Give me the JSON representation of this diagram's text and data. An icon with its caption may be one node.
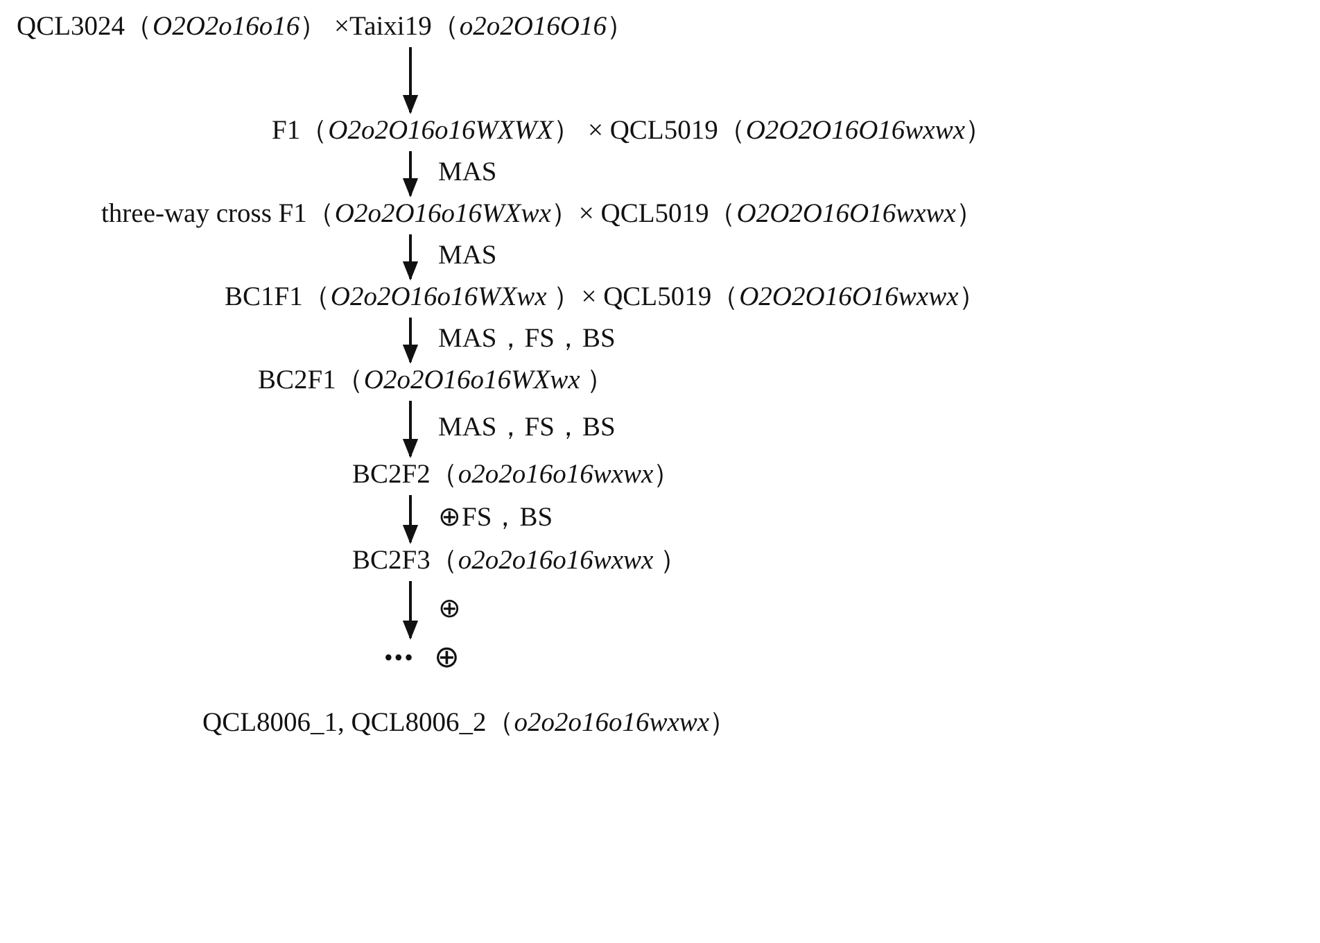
{
  "diagram": {
    "nodes": [
      {
        "text": [
          "QCL3024（*O2O2o16o16*） ×Taixi19（*o2o2O16O16*）"
        ]
      },
      {
        "text": [
          "F1（*O2o2O16o16WXWX*） × QCL5019（*O2O2O16O16wxwx*）"
        ]
      },
      {
        "text": [
          "three-way cross F1（*O2o2O16o16WXwx*）× QCL5019（*O2O2O16O16wxwx*）"
        ]
      },
      {
        "text": [
          "BC1F1（*O2o2O16o16WXwx* ）× QCL5019（*O2O2O16O16wxwx*）"
        ]
      },
      {
        "text": [
          "BC2F1（*O2o2O16o16WXwx* ）"
        ]
      },
      {
        "text": [
          "BC2F2（*o2o2o16o16wxwx*）"
        ]
      },
      {
        "text": [
          "BC2F3（*o2o2o16o16wxwx* ）"
        ]
      },
      {
        "text": [
          "•••"
        ],
        "beside": [
          "⊕"
        ]
      },
      {
        "text": [
          "QCL8006_1, QCL8006_2（*o2o2o16o16wxwx*）"
        ]
      }
    ],
    "edges": [
      {
        "from": 0,
        "to": 1,
        "arrow": "to"
      },
      {
        "from": 1,
        "to": 2,
        "arrow": "to",
        "label": "MAS"
      },
      {
        "from": 2,
        "to": 3,
        "arrow": "to",
        "label": "MAS"
      },
      {
        "from": 3,
        "to": 4,
        "arrow": "to",
        "label": "MAS，FS，BS"
      },
      {
        "from": 4,
        "to": 5,
        "arrow": "to",
        "label": "MAS，FS，BS"
      },
      {
        "from": 5,
        "to": 6,
        "arrow": "to",
        "label": "⊕FS，BS"
      },
      {
        "from": 6,
        "to": 7,
        "arrow": "to",
        "label": "⊕"
      }
    ]
  }
}
